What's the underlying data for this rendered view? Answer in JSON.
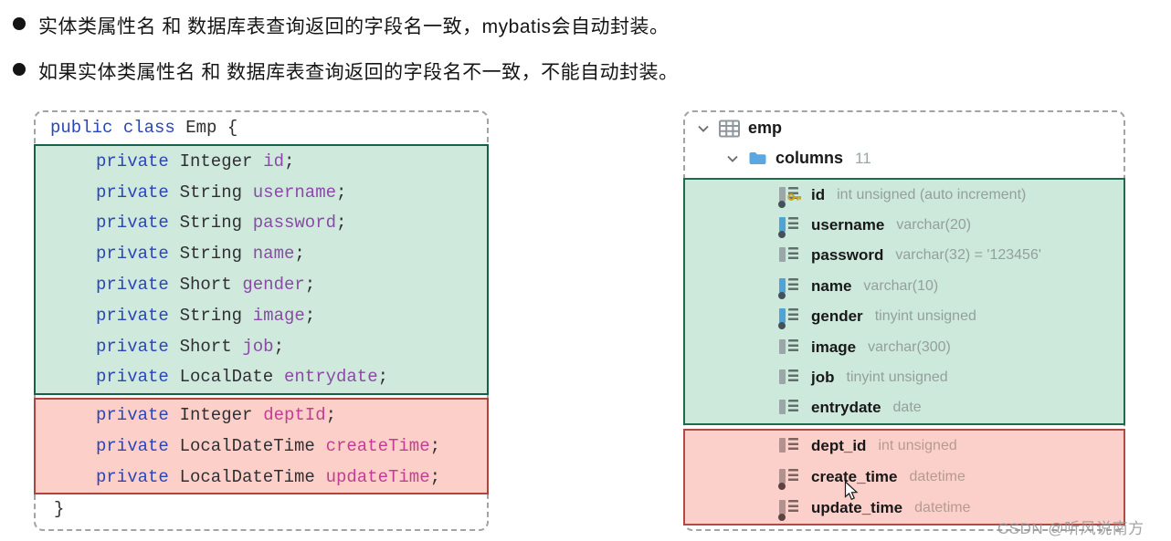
{
  "bullets": [
    {
      "text": "实体类属性名 和 数据库表查询返回的字段名一致，mybatis会自动封装。"
    },
    {
      "text": "如果实体类属性名 和 数据库表查询返回的字段名不一致，不能自动封装。"
    }
  ],
  "code_panel": {
    "declaration_keyword": "public class",
    "declaration_rest": " Emp {",
    "field_keyword": "private",
    "semicolon": ";",
    "closing_brace": "}",
    "matched_fields": [
      {
        "type": "Integer",
        "name": "id"
      },
      {
        "type": "String",
        "name": "username"
      },
      {
        "type": "String",
        "name": "password"
      },
      {
        "type": "String",
        "name": "name"
      },
      {
        "type": "Short",
        "name": "gender"
      },
      {
        "type": "String",
        "name": "image"
      },
      {
        "type": "Short",
        "name": "job"
      },
      {
        "type": "LocalDate",
        "name": "entrydate"
      }
    ],
    "unmatched_fields": [
      {
        "type": "Integer",
        "name": "deptId"
      },
      {
        "type": "LocalDateTime",
        "name": "createTime"
      },
      {
        "type": "LocalDateTime",
        "name": "updateTime"
      }
    ]
  },
  "db_panel": {
    "table_name": "emp",
    "columns_label": "columns",
    "columns_count": "11",
    "matched_columns": [
      {
        "name": "id",
        "type": "int unsigned (auto increment)",
        "icon": "primary-key-column-icon"
      },
      {
        "name": "username",
        "type": "varchar(20)",
        "icon": "indexed-not-null-column-icon"
      },
      {
        "name": "password",
        "type": "varchar(32) = '123456'",
        "icon": "column-icon"
      },
      {
        "name": "name",
        "type": "varchar(10)",
        "icon": "indexed-not-null-column-icon"
      },
      {
        "name": "gender",
        "type": "tinyint unsigned",
        "icon": "indexed-not-null-column-icon"
      },
      {
        "name": "image",
        "type": "varchar(300)",
        "icon": "column-icon"
      },
      {
        "name": "job",
        "type": "tinyint unsigned",
        "icon": "column-icon"
      },
      {
        "name": "entrydate",
        "type": "date",
        "icon": "column-icon"
      }
    ],
    "unmatched_columns": [
      {
        "name": "dept_id",
        "type": "int unsigned",
        "icon": "column-icon"
      },
      {
        "name": "create_time",
        "type": "datetime",
        "icon": "not-null-column-icon"
      },
      {
        "name": "update_time",
        "type": "datetime",
        "icon": "not-null-column-icon"
      }
    ]
  },
  "watermark": "CSDN @听风说南方",
  "colors": {
    "matched_bg": "#cfe9dd",
    "matched_border": "#17614a",
    "unmatched_bg": "#fcd0c9",
    "unmatched_border": "#ad443d",
    "keyword_blue": "#2b46bb",
    "field_purple": "#8a4aa6",
    "field_magenta": "#c23d93",
    "folder_blue": "#5aa7e2",
    "key_gold": "#c9a22b"
  }
}
